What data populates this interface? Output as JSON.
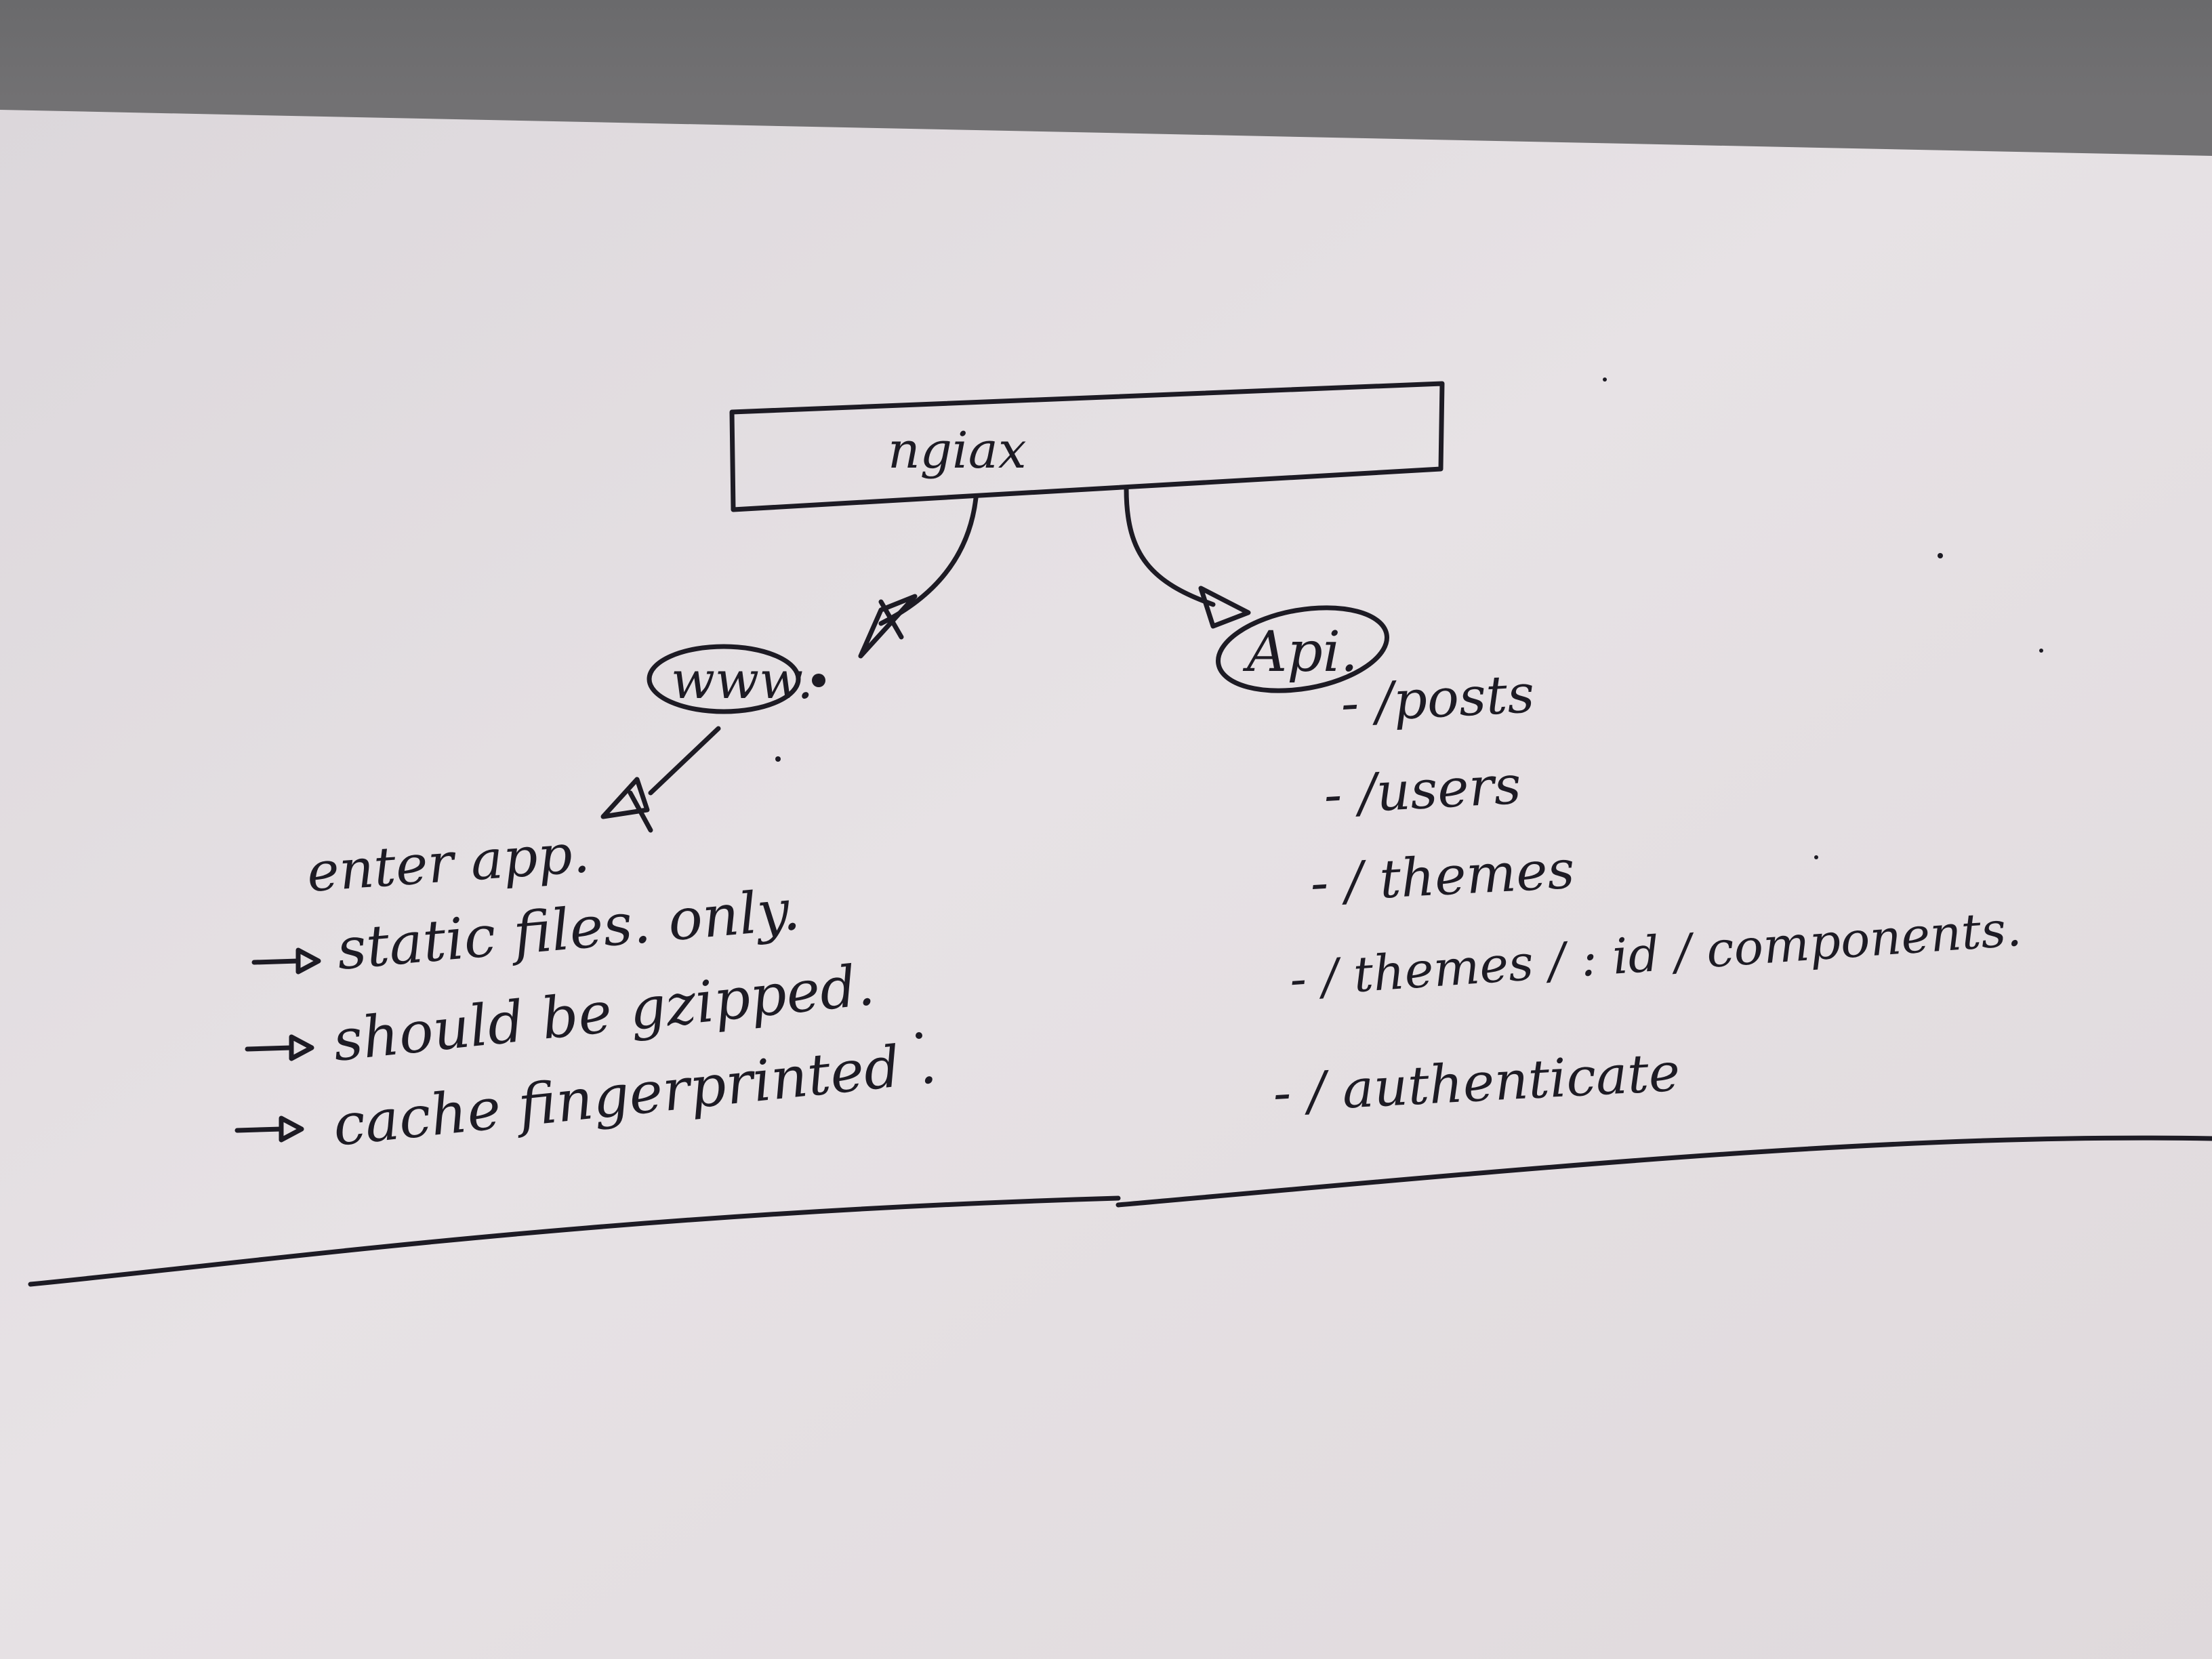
{
  "diagram": {
    "top_box_label": "ngiax",
    "left_node_label": "www.",
    "right_node_label": "Api.",
    "left_branch": {
      "heading": "enter app.",
      "items": [
        "static files. only.",
        "should be gzipped.",
        "cache fingerprinted ."
      ]
    },
    "right_branch": {
      "routes": [
        "- /posts",
        "- /users",
        "- / themes",
        "- / themes / : id / components.",
        "- / authenticate"
      ]
    }
  },
  "colors": {
    "ink": "#1d1b24",
    "paper": "#e4e0e3",
    "background": "#6b6a6c"
  }
}
